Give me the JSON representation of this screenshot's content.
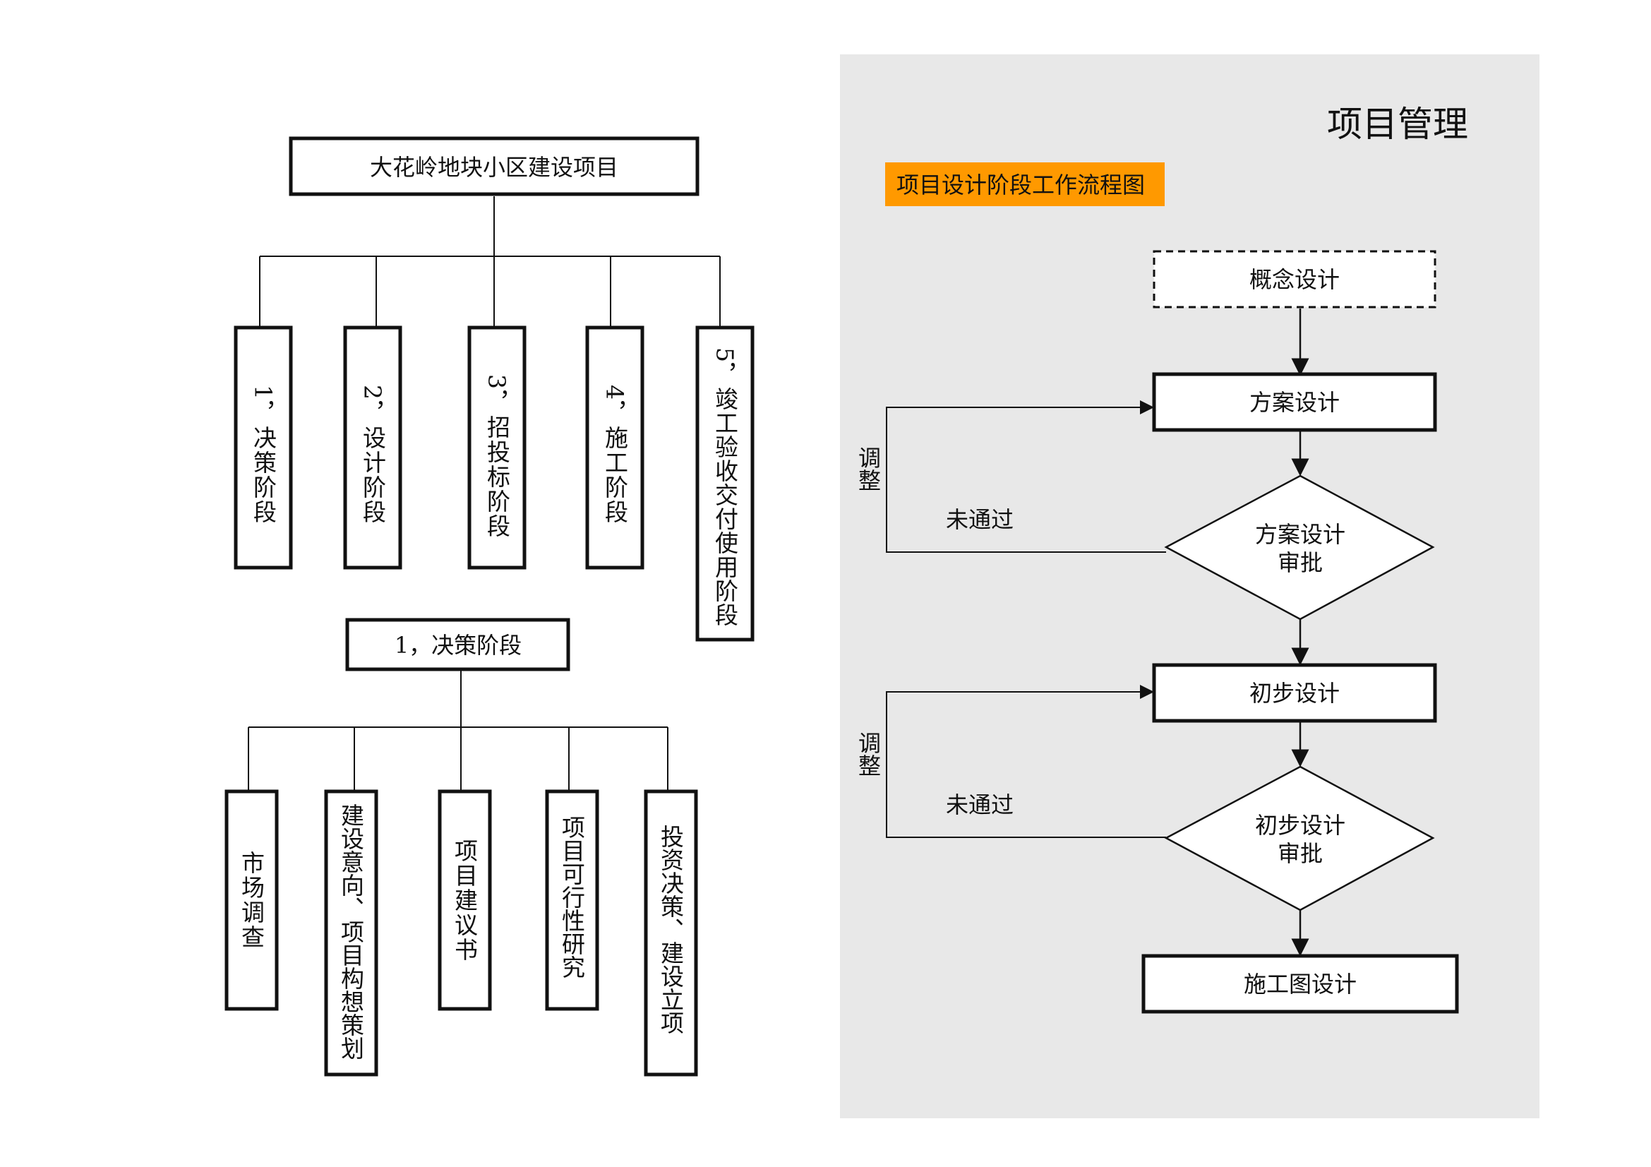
{
  "left": {
    "org_tree": {
      "root": "大花岭地块小区建设项目",
      "children": [
        "1，决策阶段",
        "2，设计阶段",
        "3，招投标阶段",
        "4，施工阶段",
        "5，竣工验收交付使用阶段"
      ]
    },
    "decision_tree": {
      "root": "1，决策阶段",
      "children": [
        "市场调查",
        "建设意向、项目构想策划",
        "项目建议书",
        "项目可行性研究",
        "投资决策、建设立项"
      ]
    }
  },
  "right": {
    "page_title": "项目管理",
    "flow_title": "项目设计阶段工作流程图",
    "colors": {
      "panel_bg": "#e8e8e8",
      "title_tag_bg": "#ff9900"
    },
    "nodes": {
      "concept": "概念设计",
      "scheme": "方案设计",
      "scheme_review": [
        "方案设计",
        "审批"
      ],
      "preliminary": "初步设计",
      "preliminary_review": [
        "初步设计",
        "审批"
      ],
      "construction_drawing": "施工图设计"
    },
    "loops": {
      "adjust_label": "调整",
      "fail_label": "未通过"
    }
  }
}
